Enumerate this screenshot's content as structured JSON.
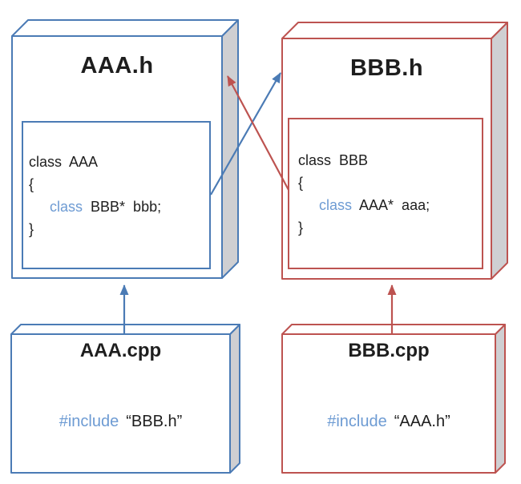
{
  "colors": {
    "blue": "#4b7bb5",
    "red": "#bd5350",
    "keyword": "#6d9bd3",
    "gray": "#cfcfd2",
    "ink": "#1e1e1e"
  },
  "boxes": {
    "aaa_h": {
      "title": "AAA.h",
      "code_line1": "class AAA",
      "code_line2": "{",
      "code_keyword": "class",
      "code_line3": "BBB* bbb;",
      "code_line4": "}"
    },
    "bbb_h": {
      "title": "BBB.h",
      "code_line1": "class BBB",
      "code_line2": "{",
      "code_keyword": "class",
      "code_line3": "AAA* aaa;",
      "code_line4": "}"
    },
    "aaa_cpp": {
      "title": "AAA.cpp",
      "include_keyword": "#include",
      "include_file": "“BBB.h”"
    },
    "bbb_cpp": {
      "title": "BBB.cpp",
      "include_keyword": "#include",
      "include_file": "“AAA.h”"
    }
  },
  "arrows": [
    {
      "from": "AAA.cpp",
      "to": "AAA.h",
      "color": "#4b7bb5",
      "style": "vertical"
    },
    {
      "from": "BBB.cpp",
      "to": "BBB.h",
      "color": "#bd5350",
      "style": "vertical"
    },
    {
      "from": "AAA.h code",
      "to": "BBB.h",
      "color": "#4b7bb5",
      "style": "diagonal-cross"
    },
    {
      "from": "BBB.h code",
      "to": "AAA.h",
      "color": "#bd5350",
      "style": "diagonal-cross"
    }
  ]
}
